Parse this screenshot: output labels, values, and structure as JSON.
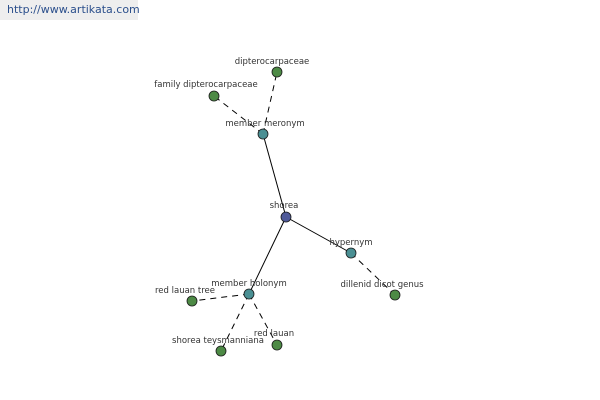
{
  "source_url": "http://www.artikata.com",
  "colors": {
    "center": "#4f5a99",
    "relation": "#4a8f93",
    "leaf": "#4d8a45"
  },
  "nodes": {
    "shorea": "shorea",
    "member_meronym": "member meronym",
    "dipterocarpaceae": "dipterocarpaceae",
    "family_dipterocarpaceae": "family dipterocarpaceae",
    "hypernym": "hypernym",
    "dillenid_dicot_genus": "dillenid dicot genus",
    "member_holonym": "member holonym",
    "red_lauan_tree": "red lauan tree",
    "shorea_teysmanniana": "shorea teysmanniana",
    "red_lauan": "red lauan"
  }
}
